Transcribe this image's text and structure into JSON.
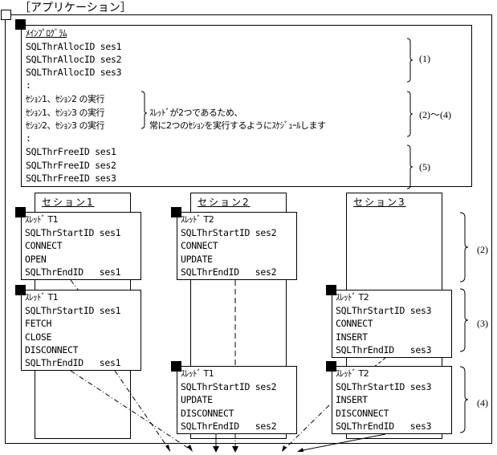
{
  "app_title": "［アプリケーション］",
  "main_program": {
    "heading": "ﾒｲﾝﾌﾟﾛｸﾞﾗﾑ",
    "alloc_lines": [
      "SQLThrAllocID ses1",
      "SQLThrAllocID ses2",
      "SQLThrAllocID ses3"
    ],
    "ellipsis1": ":",
    "exec_lines": [
      "ｾｼｮﾝ1、ｾｼｮﾝ2 の実行",
      "ｾｼｮﾝ1、ｾｼｮﾝ3 の実行",
      "ｾｼｮﾝ2、ｾｼｮﾝ3 の実行"
    ],
    "note_lines": [
      "ｽﾚｯﾄﾞが2つであるため、",
      "常に2つのｾｼｮﾝを実行するようにｽｹｼﾞｭｰﾙします"
    ],
    "ellipsis2": ":",
    "free_lines": [
      "SQLThrFreeID ses1",
      "SQLThrFreeID ses2",
      "SQLThrFreeID ses3"
    ],
    "step_labels": [
      "(1)",
      "(2)～(4)",
      "(5)"
    ]
  },
  "sessions": [
    {
      "title": "セション1"
    },
    {
      "title": "セション2"
    },
    {
      "title": "セション3"
    }
  ],
  "thread_blocks": [
    {
      "lines": [
        "ｽﾚｯﾄﾞ T1",
        "SQLThrStartID ses1",
        "CONNECT",
        "OPEN",
        "SQLThrEndID   ses1"
      ]
    },
    {
      "lines": [
        "ｽﾚｯﾄﾞ T2",
        "SQLThrStartID ses2",
        "CONNECT",
        "UPDATE",
        "SQLThrEndID   ses2"
      ]
    },
    {
      "lines": [
        "ｽﾚｯﾄﾞ T1",
        "SQLThrStartID ses1",
        "FETCH",
        "CLOSE",
        "DISCONNECT",
        "SQLThrEndID   ses1"
      ]
    },
    {
      "lines": [
        "ｽﾚｯﾄﾞ T2",
        "SQLThrStartID ses3",
        "CONNECT",
        "INSERT",
        "SQLThrEndID   ses3"
      ]
    },
    {
      "lines": [
        "ｽﾚｯﾄﾞ T1",
        "SQLThrStartID ses2",
        "UPDATE",
        "DISCONNECT",
        "SQLThrEndID   ses2"
      ]
    },
    {
      "lines": [
        "ｽﾚｯﾄﾞ T2",
        "SQLThrStartID ses3",
        "INSERT",
        "DISCONNECT",
        "SQLThrEndID   ses3"
      ]
    }
  ],
  "phase_labels": [
    "(2)",
    "(3)",
    "(4)"
  ]
}
